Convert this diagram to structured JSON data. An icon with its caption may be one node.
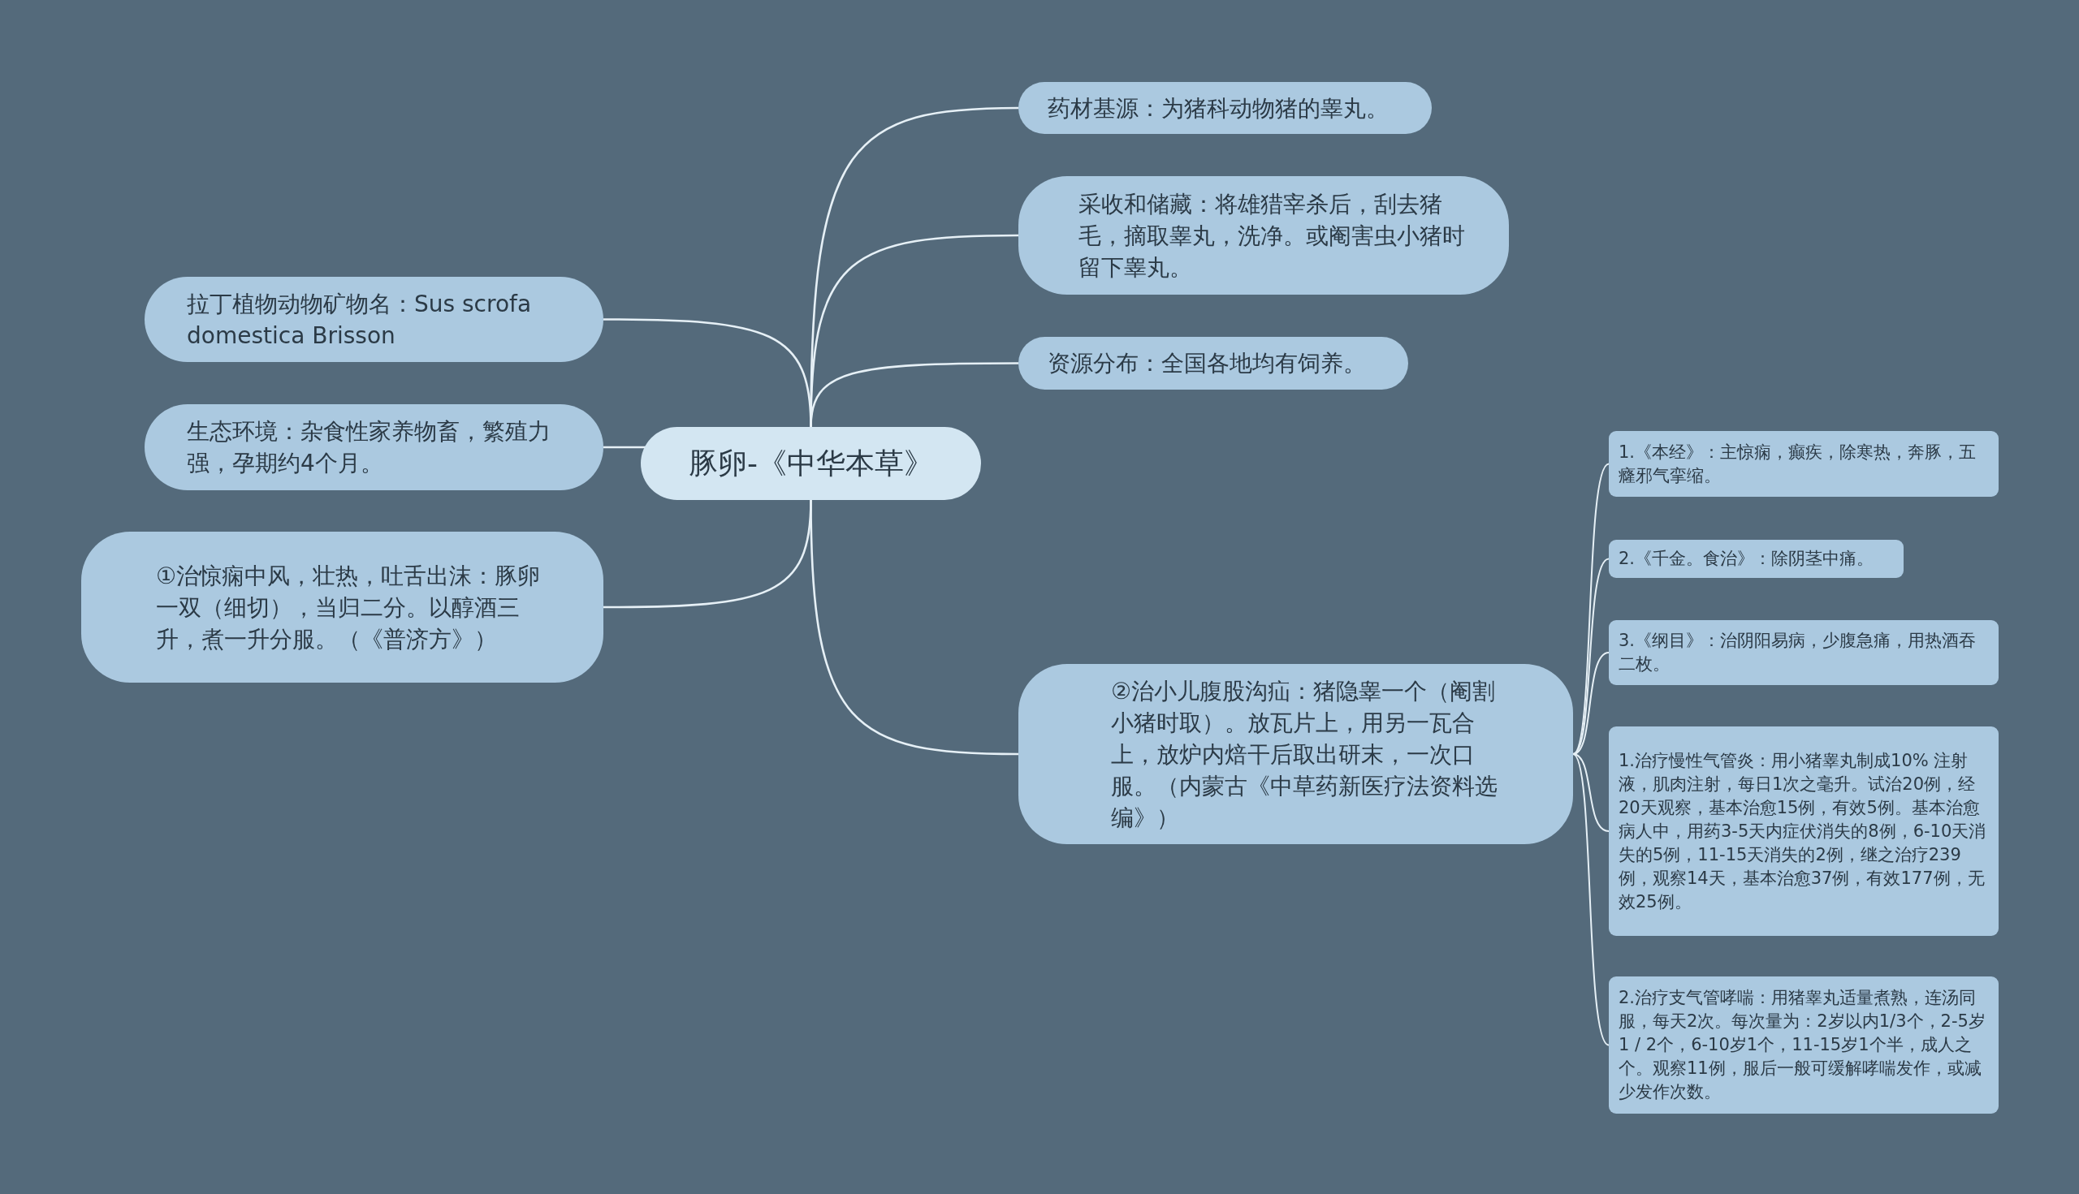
{
  "diagram": {
    "nodes": [
      {
        "text": [
          "豚卵-《中华本草》"
        ]
      },
      {
        "text": [
          "药材基源：为猪科动物猪的睾丸。"
        ]
      },
      {
        "text": [
          "采收和储藏：将雄猎宰杀后，刮去猪毛，摘取睾丸，洗净。或阉害虫小猪时留下睾丸。"
        ]
      },
      {
        "text": [
          "资源分布：全国各地均有饲养。"
        ]
      },
      {
        "text": [
          "拉丁植物动物矿物名：Sus scrofa domestica Brisson"
        ]
      },
      {
        "text": [
          "生态环境：杂食性家养物畜，繁殖力强，孕期约4个月。"
        ]
      },
      {
        "text": [
          "①治惊痫中风，壮热，吐舌出沫：豚卵一双（细切），当归二分。以醇酒三升，煮一升分服。（《普济方》）"
        ]
      },
      {
        "text": [
          "②治小儿腹股沟疝：猪隐睾一个（阉割小猪时取）。放瓦片上，用另一瓦合上，放炉内焙干后取出研末，一次口服。（内蒙古《中草药新医疗法资料选编》）"
        ]
      },
      {
        "text": [
          "1.《本经》：主惊痫，癫疾，除寒热，奔豚，五癃邪气挛缩。"
        ]
      },
      {
        "text": [
          "2.《千金。食治》：除阴茎中痛。"
        ]
      },
      {
        "text": [
          "3.《纲目》：治阴阳易病，少腹急痛，用热酒吞二枚。"
        ]
      },
      {
        "text": [
          "1.治疗慢性气管炎：用小猪睾丸制成10% 注射液，肌肉注射，每日1次之毫升。试治20例，经20天观察，基本治愈15例，有效5例。基本治愈病人中，用药3-5天内症伏消失的8例，6-10天消失的5例，11-15天消失的2例，继之治疗239例，观察14天，基本治愈37例，有效177例，无效25例。"
        ]
      },
      {
        "text": [
          "2.治疗支气管哮喘：用猪睾丸适量煮熟，连汤同服，每天2次。每次量为：2岁以内1/3个，2-5岁1 / 2个，6-10岁1个，11-15岁1个半，成人之个。观察11例，服后一般可缓解哮喘发作，或减少发作次数。"
        ]
      }
    ],
    "edges": [
      {
        "from": 0,
        "to": 1,
        "arrow": "none"
      },
      {
        "from": 0,
        "to": 2,
        "arrow": "none"
      },
      {
        "from": 0,
        "to": 3,
        "arrow": "none"
      },
      {
        "from": 0,
        "to": 4,
        "arrow": "none"
      },
      {
        "from": 0,
        "to": 5,
        "arrow": "none"
      },
      {
        "from": 0,
        "to": 6,
        "arrow": "none"
      },
      {
        "from": 0,
        "to": 7,
        "arrow": "none"
      },
      {
        "from": 7,
        "to": 8,
        "arrow": "none"
      },
      {
        "from": 7,
        "to": 9,
        "arrow": "none"
      },
      {
        "from": 7,
        "to": 10,
        "arrow": "none"
      },
      {
        "from": 7,
        "to": 11,
        "arrow": "none"
      },
      {
        "from": 7,
        "to": 12,
        "arrow": "none"
      }
    ]
  }
}
